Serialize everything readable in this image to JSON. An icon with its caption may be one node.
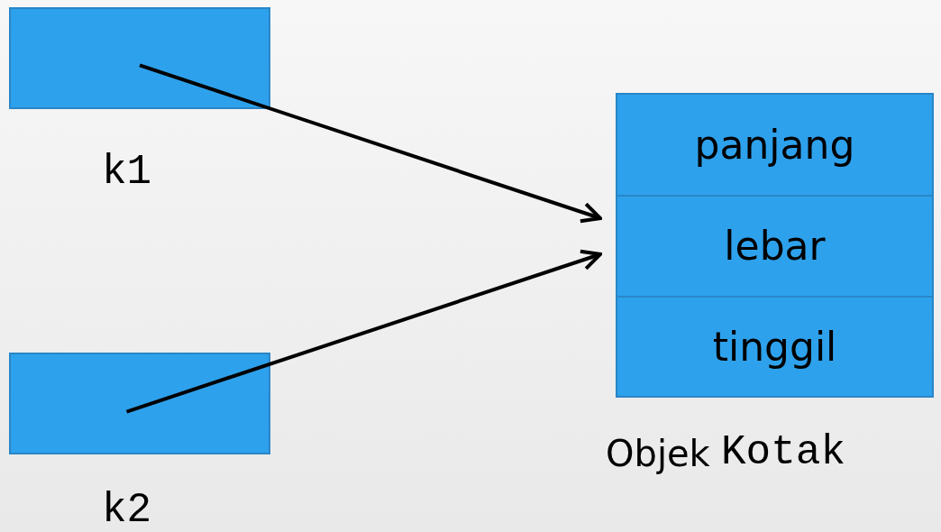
{
  "diagram": {
    "nodes": [
      {
        "text": [],
        "shape": "box",
        "beside": [
          "k1"
        ]
      },
      {
        "text": [],
        "shape": "box",
        "beside": [
          "k2"
        ]
      },
      {
        "text": [],
        "shape": "box",
        "beside": [
          "Objek",
          "Kotak"
        ]
      },
      {
        "text": [
          "panjang"
        ],
        "in": 2
      },
      {
        "text": [
          "lebar"
        ],
        "in": 2
      },
      {
        "text": [
          "tinggil"
        ],
        "in": 2
      }
    ],
    "edges": [
      {
        "from": 0,
        "to": 2,
        "arrow": "to"
      },
      {
        "from": 1,
        "to": 2,
        "arrow": "to"
      }
    ]
  }
}
